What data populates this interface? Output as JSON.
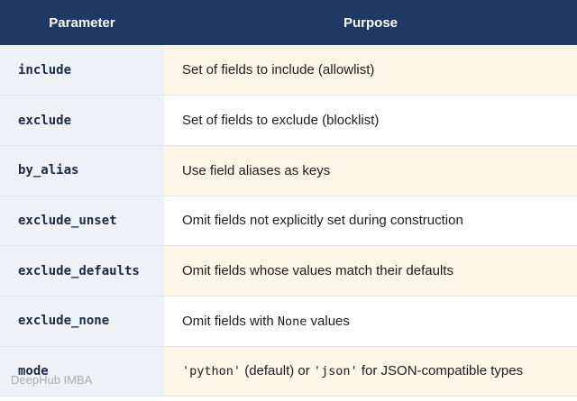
{
  "table": {
    "headers": [
      "Parameter",
      "Purpose"
    ],
    "rows": [
      {
        "param": "include",
        "purpose": [
          "Set of fields to include (allowlist)"
        ]
      },
      {
        "param": "exclude",
        "purpose": [
          "Set of fields to exclude (blocklist)"
        ]
      },
      {
        "param": "by_alias",
        "purpose": [
          "Use field aliases as keys"
        ]
      },
      {
        "param": "exclude_unset",
        "purpose": [
          "Omit fields not explicitly set during construction"
        ]
      },
      {
        "param": "exclude_defaults",
        "purpose": [
          "Omit fields whose values match their defaults"
        ]
      },
      {
        "param": "exclude_none",
        "purpose": [
          "Omit fields with ",
          "None",
          " values"
        ]
      },
      {
        "param": "mode",
        "purpose": [
          "'python'",
          " (default) or ",
          "'json'",
          " for JSON-compatible types"
        ]
      }
    ]
  },
  "watermark": "DeepHub IMBA",
  "colors": {
    "header_bg": "#1f3864",
    "param_bg": "#eef2f7",
    "purpose_shade_bg": "#fdf6e6"
  }
}
